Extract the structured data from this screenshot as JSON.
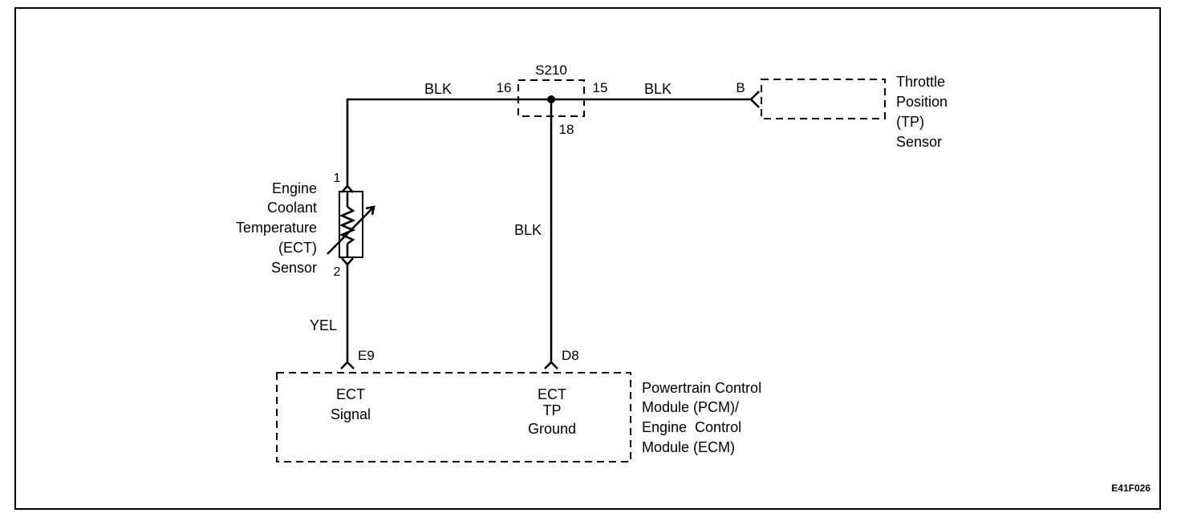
{
  "splice": {
    "name": "S210",
    "pin_left": "16",
    "pin_right": "15",
    "pin_bottom": "18"
  },
  "wires": {
    "top_left_color": "BLK",
    "top_right_color": "BLK",
    "ground_color": "BLK",
    "signal_color": "YEL"
  },
  "tp_sensor": {
    "pin": "B",
    "label_lines": [
      "Throttle",
      "Position",
      "(TP)",
      "Sensor"
    ]
  },
  "ect_sensor": {
    "pin_top": "1",
    "pin_bottom": "2",
    "label_lines": [
      "Engine",
      "Coolant",
      "Temperature",
      "(ECT)",
      "Sensor"
    ]
  },
  "pcm": {
    "pin_signal": "E9",
    "pin_ground": "D8",
    "signal_label_lines": [
      "ECT",
      "Signal"
    ],
    "ground_label_lines": [
      "ECT",
      "TP",
      "Ground"
    ],
    "module_label_lines": [
      "Powertrain Control",
      "Module (PCM)/",
      "Engine  Control",
      "Module (ECM)"
    ]
  },
  "figure_code": "E41F026"
}
